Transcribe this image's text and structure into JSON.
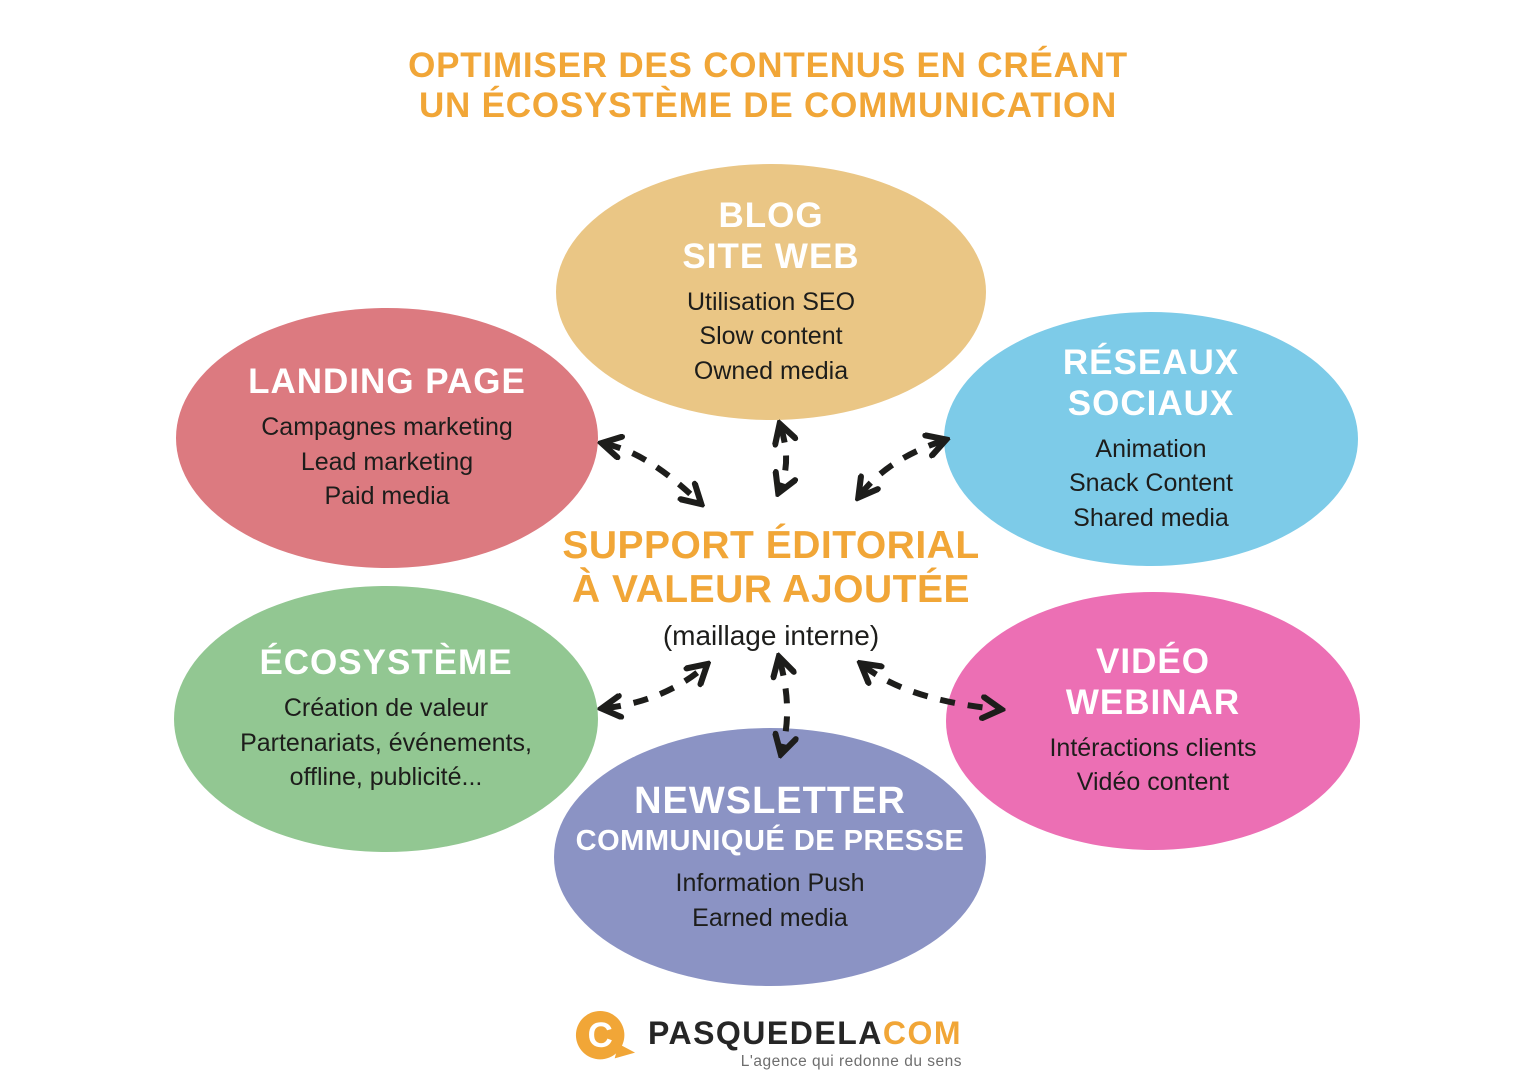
{
  "title": {
    "line1": "OPTIMISER DES CONTENUS EN CRÉANT",
    "line2": "UN ÉCOSYSTÈME DE COMMUNICATION"
  },
  "center": {
    "line1": "SUPPORT ÉDITORIAL",
    "line2": "À VALEUR AJOUTÉE",
    "subtitle": "(maillage interne)"
  },
  "nodes": [
    {
      "id": "blog-site-web",
      "heading1": "BLOG",
      "heading2": "SITE WEB",
      "items": [
        "Utilisation SEO",
        "Slow content",
        "Owned media"
      ],
      "color": "#EAC685"
    },
    {
      "id": "landing-page",
      "heading1": "LANDING PAGE",
      "heading2": "",
      "items": [
        "Campagnes marketing",
        "Lead marketing",
        "Paid media"
      ],
      "color": "#DC7A80"
    },
    {
      "id": "reseaux-sociaux",
      "heading1": "RÉSEAUX",
      "heading2": "SOCIAUX",
      "items": [
        "Animation",
        "Snack Content",
        "Shared media"
      ],
      "color": "#7DCBE8"
    },
    {
      "id": "ecosysteme",
      "heading1": "ÉCOSYSTÈME",
      "heading2": "",
      "items": [
        "Création de valeur",
        "Partenariats, événements,",
        "offline, publicité..."
      ],
      "color": "#92C792"
    },
    {
      "id": "video-webinar",
      "heading1": "VIDÉO",
      "heading2": "WEBINAR",
      "items": [
        "Intéractions clients",
        "Vidéo content"
      ],
      "color": "#EC6FB4"
    },
    {
      "id": "newsletter-communique",
      "heading1": "NEWSLETTER",
      "heading2": "COMMUNIQUÉ DE PRESSE",
      "items": [
        "Information Push",
        "Earned media"
      ],
      "color": "#8B93C4"
    }
  ],
  "logo": {
    "bubble_letter": "C",
    "brand_dark": "PASQUEDELA",
    "brand_accent": "COM",
    "tagline": "L'agence qui redonne du sens"
  },
  "colors": {
    "accent_orange": "#F1A637",
    "text_dark": "#1D1D1B",
    "arrow": "#1D1D1B",
    "heading_white": "#FFFFFF"
  }
}
